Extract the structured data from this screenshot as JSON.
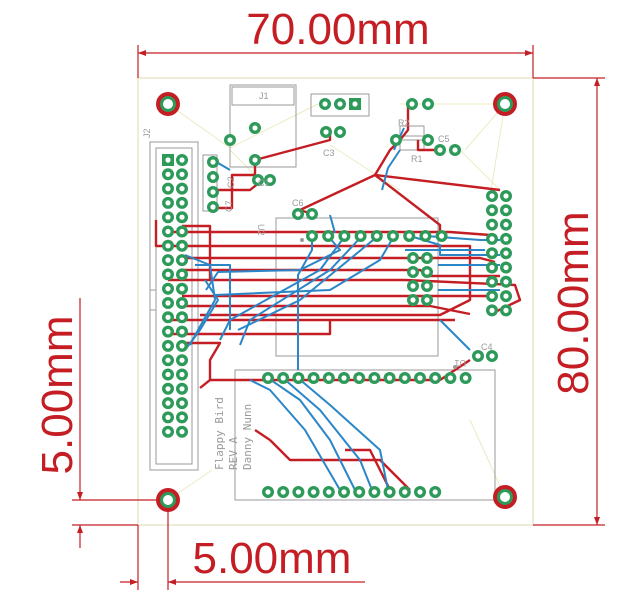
{
  "dimensions": {
    "width": "70.00mm",
    "height": "80.00mm",
    "hole_offset_x": "5.00mm",
    "hole_offset_y": "5.00mm"
  },
  "board_text": {
    "line1": "Flappy Bird",
    "line2": "REV A",
    "line3": "Danny Nunn"
  },
  "components": {
    "c1": "C1",
    "c2": "C2",
    "c3": "C3",
    "c4": "C4",
    "c5": "C5",
    "c6": "C6",
    "c7": "C7",
    "r1": "R1",
    "r2": "R2",
    "u1": "U1",
    "u2": "U2",
    "j1": "J1",
    "j2": "J2"
  },
  "colors": {
    "dimension": "#c41e24",
    "top_copper": "#c41e24",
    "bottom_copper": "#2b86c8",
    "pad": "#2e9a5a",
    "silkscreen": "#9a9a9a",
    "board_outline": "#e9e6c8"
  }
}
